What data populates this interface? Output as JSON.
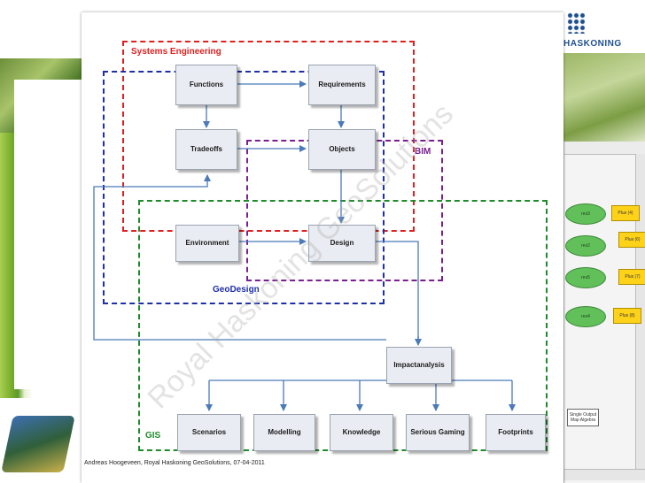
{
  "diagram": {
    "regions": {
      "systems_engineering": "Systems Engineering",
      "bim": "BIM",
      "geodesign": "GeoDesign",
      "gis": "GIS"
    },
    "nodes": {
      "functions": "Functions",
      "requirements": "Requirements",
      "tradeoffs": "Tradeoffs",
      "objects": "Objects",
      "environment": "Environment",
      "design": "Design",
      "impactanalysis": "Impactanalysis",
      "scenarios": "Scenarios",
      "modelling": "Modelling",
      "knowledge": "Knowledge",
      "serious_gaming": "Serious Gaming",
      "footprints": "Footprints"
    },
    "watermark": "Royal Haskoning GeoSolutions",
    "footer": "Andreas Hoogeveen, Royal Haskoning GeoSolutions, 07-04-2011",
    "colors": {
      "systems_engineering": "#e02020",
      "bim": "#7a1f8f",
      "geodesign": "#1f2fa8",
      "gis": "#1f8a2a",
      "node_fill": "#e9ecf2",
      "arrow": "#4a7ab8"
    }
  },
  "background": {
    "logo_text": "HASKONING",
    "model_builder": {
      "ellipses": [
        "res3",
        "res2",
        "res5",
        "res4"
      ],
      "plus_boxes": [
        "Plus (4)",
        "Plus (6)",
        "Plus (7)",
        "Plus (8)"
      ],
      "tool_box": "Single Output Map Algebra"
    }
  }
}
